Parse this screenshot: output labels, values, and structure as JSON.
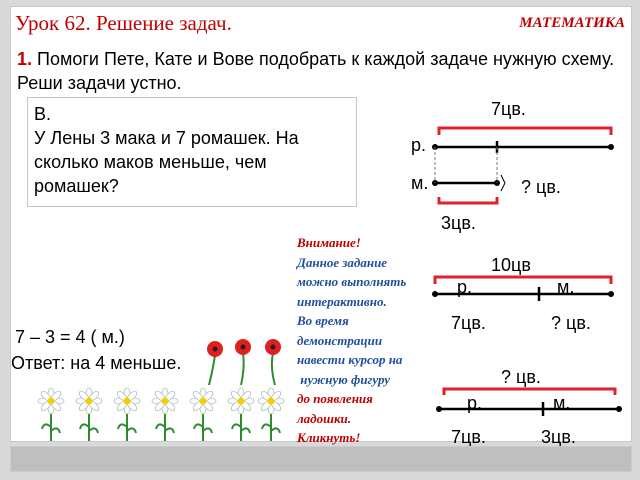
{
  "header": {
    "lesson_title": "Урок 62. Решение задач.",
    "subject": "МАТЕМАТИКА"
  },
  "task": {
    "number": "1.",
    "text": "Помоги Пете, Кате и Вове подобрать к каждой задаче нужную схему. Реши задачи устно."
  },
  "problem": {
    "name": "В.",
    "lines": [
      "У Лены 3 мака и 7 ромашек. На",
      "сколько маков меньше, чем",
      "ромашек?"
    ]
  },
  "schema1": {
    "total": "7цв.",
    "row1": "р.",
    "row2": "м.",
    "question": "? цв.",
    "bottom": "3цв."
  },
  "schema2": {
    "total": "10цв",
    "left": "р.",
    "right": "м.",
    "left_value": "7цв.",
    "right_value": "? цв."
  },
  "schema3": {
    "total": "? цв.",
    "left": "р.",
    "right": "м.",
    "left_value": "7цв.",
    "right_value": "3цв."
  },
  "note": {
    "line1": "Внимание!",
    "line2": "Данное задание",
    "line3": "можно выполнять",
    "line4": "интерактивно.",
    "line5": "Во время",
    "line6": "демонстрации",
    "line7": "навести курсор на",
    "line8": " нужную фигуру",
    "line9": "до появления",
    "line10": "ладошки.",
    "line11": "Кликнуть!"
  },
  "solution": {
    "expression": "7 – 3 = 4 ( м.)",
    "answer": "Ответ: на 4 меньше."
  },
  "colors": {
    "accent_red": "#c00000",
    "note_blue": "#1f4e9c",
    "bracket_red": "#e0202c"
  },
  "icons": {
    "poppy": "poppy-flower-icon",
    "daisy": "daisy-flower-icon"
  }
}
